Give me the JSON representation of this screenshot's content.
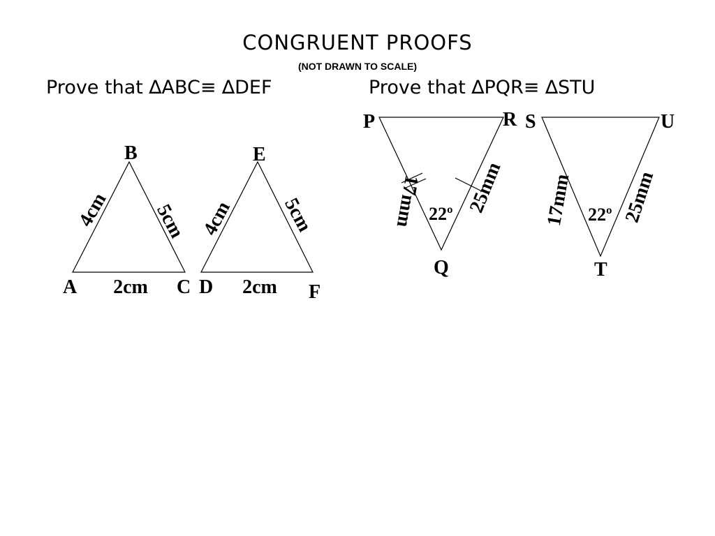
{
  "header": {
    "title": "CONGRUENT  PROOFS",
    "subtitle": "(NOT DRAWN TO SCALE)"
  },
  "problems": [
    {
      "prompt": "Prove that ∆ABC≡ ∆DEF"
    },
    {
      "prompt": "Prove that ∆PQR≡ ∆STU"
    }
  ],
  "triangles": {
    "abc": {
      "vertices": [
        "A",
        "B",
        "C"
      ],
      "sides": {
        "ab": "4cm",
        "bc": "5cm",
        "ac": "2cm"
      }
    },
    "def": {
      "vertices": [
        "D",
        "E",
        "F"
      ],
      "sides": {
        "de": "4cm",
        "ef": "5cm",
        "df": "2cm"
      }
    },
    "pqr": {
      "vertices": [
        "P",
        "Q",
        "R"
      ],
      "sides": {
        "pq": "17mm",
        "qr": "25mm"
      },
      "angle_q": "22º"
    },
    "stu": {
      "vertices": [
        "S",
        "T",
        "U"
      ],
      "sides": {
        "st": "17mm",
        "tu": "25mm"
      },
      "angle_t": "22º"
    }
  },
  "colors": {
    "ink": "#000000",
    "background": "#ffffff"
  }
}
